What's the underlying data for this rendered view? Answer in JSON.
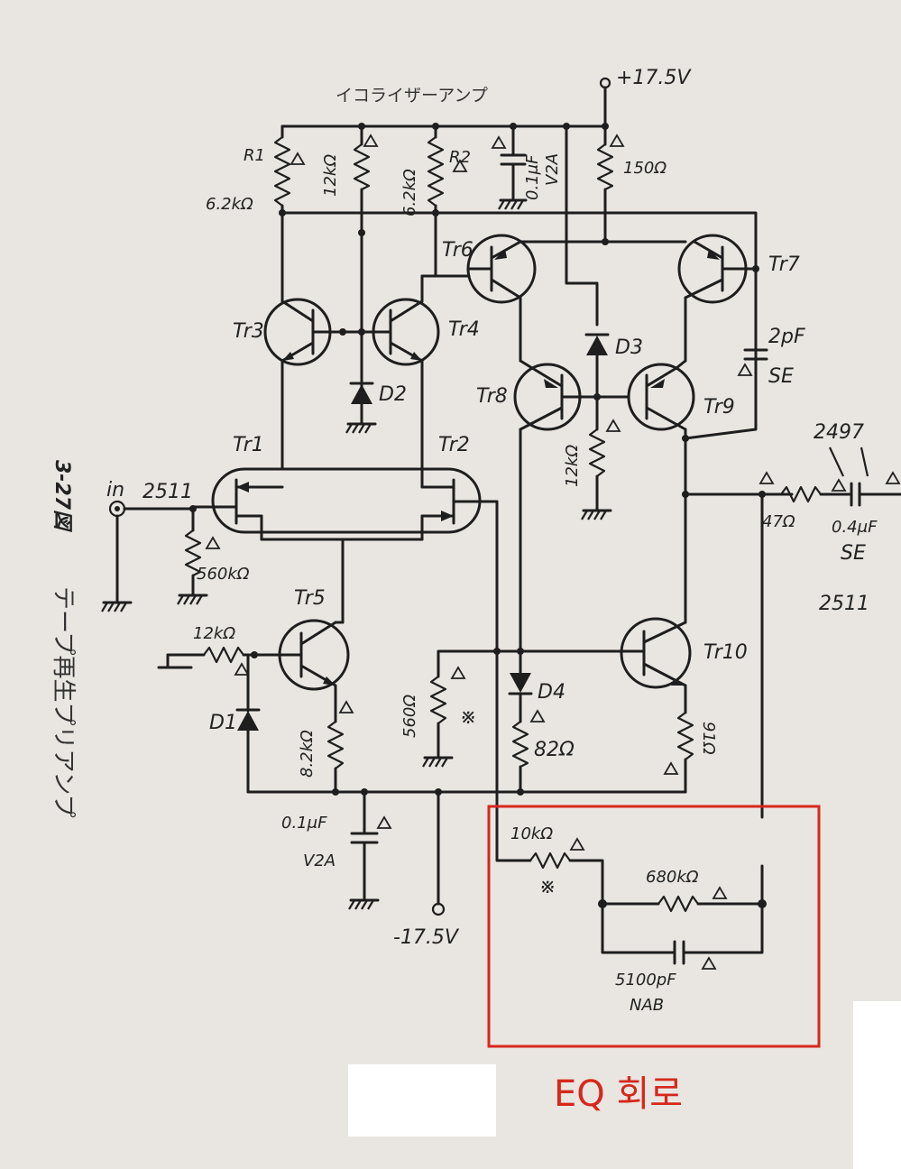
{
  "figure": {
    "title_jp": "イコライザーアンプ",
    "caption_number": "3-27図",
    "caption_text": "テープ再生プリアンプ"
  },
  "supply": {
    "positive": "+17.5V",
    "negative": "-17.5V"
  },
  "input": {
    "label": "in",
    "transistor_type": "2511"
  },
  "output": {
    "transistor_type": "2511",
    "coupling_type": "2497"
  },
  "components": {
    "R1": "R1",
    "R1_value": "6.2kΩ",
    "R_12k_top": "12kΩ",
    "R2": "R2",
    "R2_value": "6.2kΩ",
    "C_top": "0.1μF",
    "C_top_rating": "V2A",
    "R_150": "150Ω",
    "Tr1": "Tr1",
    "Tr2": "Tr2",
    "Tr3": "Tr3",
    "Tr4": "Tr4",
    "Tr5": "Tr5",
    "Tr6": "Tr6",
    "Tr7": "Tr7",
    "Tr8": "Tr8",
    "Tr9": "Tr9",
    "Tr10": "Tr10",
    "D1": "D1",
    "D2": "D2",
    "D3": "D3",
    "D4": "D4",
    "R_560k": "560kΩ",
    "R_12k_bias": "12kΩ",
    "R_8_2k": "8.2kΩ",
    "C_bottom": "0.1μF",
    "C_bottom_rating": "V2A",
    "R_560": "560Ω",
    "R_560_mark": "※",
    "R_82": "82Ω",
    "R_91": "91Ω",
    "R_12k_mid": "12kΩ",
    "C_2p": "2pF",
    "C_2p_type": "SE",
    "R_47": "47Ω",
    "C_out": "0.4μF",
    "C_out_type": "SE"
  },
  "eq_network": {
    "highlight_label": "EQ 회로",
    "highlight_color": "#d7271c",
    "R_10k": "10kΩ",
    "R_10k_mark": "※",
    "R_680k": "680kΩ",
    "C_5100p": "5100pF",
    "C_5100p_type": "NAB"
  }
}
